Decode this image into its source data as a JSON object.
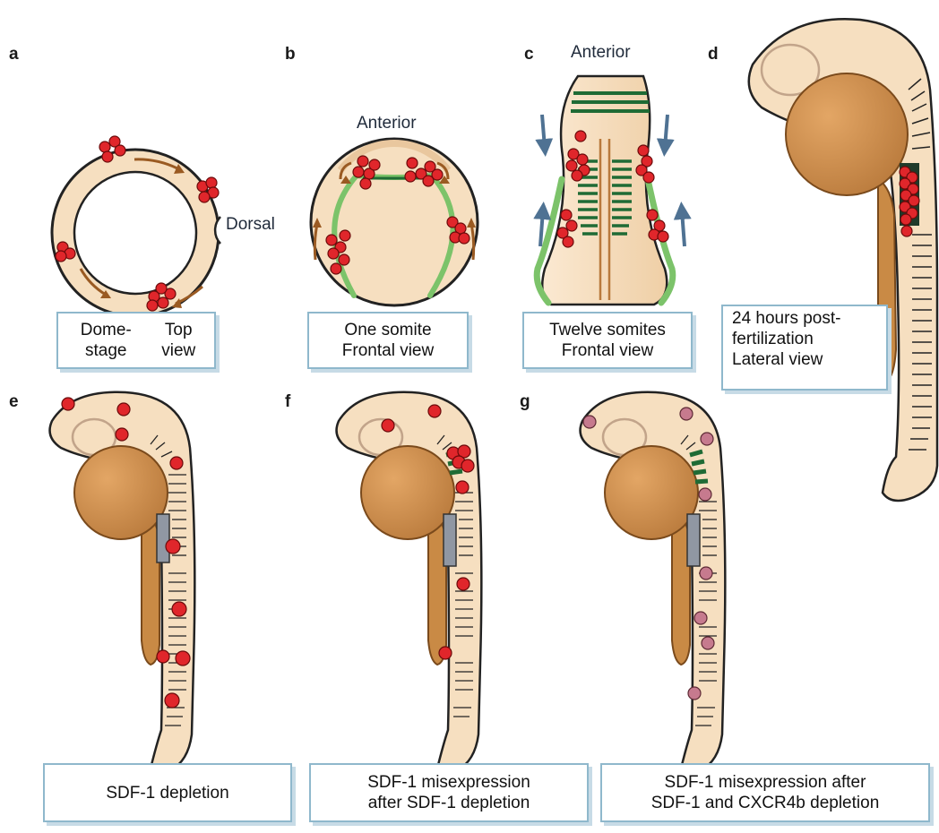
{
  "panels": {
    "a": {
      "letter": "a",
      "caption": [
        "Dome-stage",
        "Top view"
      ],
      "label": "Dorsal"
    },
    "b": {
      "letter": "b",
      "caption": [
        "One somite",
        "Frontal view"
      ],
      "label": "Anterior"
    },
    "c": {
      "letter": "c",
      "caption": [
        "Twelve somites",
        "Frontal view"
      ],
      "label": "Anterior"
    },
    "d": {
      "letter": "d",
      "caption": [
        "24 hours post-",
        "fertilization",
        "Lateral view"
      ]
    },
    "e": {
      "letter": "e",
      "caption": [
        "SDF-1 depletion"
      ]
    },
    "f": {
      "letter": "f",
      "caption": [
        "SDF-1 misexpression",
        "after SDF-1 depletion"
      ]
    },
    "g": {
      "letter": "g",
      "caption": [
        "SDF-1 misexpression after",
        "SDF-1 and CXCR4b depletion"
      ]
    }
  },
  "colors": {
    "embryo_fill": "#f6dfc0",
    "embryo_edge": "#5a3a1f",
    "yolk": "#c98a45",
    "germ_cell": "#e0262b",
    "germ_cell_depleted": "#c67a8e",
    "somite_green": "#1f6b35",
    "light_green": "#7cc36a",
    "arrow_blue": "#4f7293",
    "arrow_brown": "#9a5a22",
    "box_border": "#8fb8cc",
    "grey_box": "#9097a3"
  }
}
